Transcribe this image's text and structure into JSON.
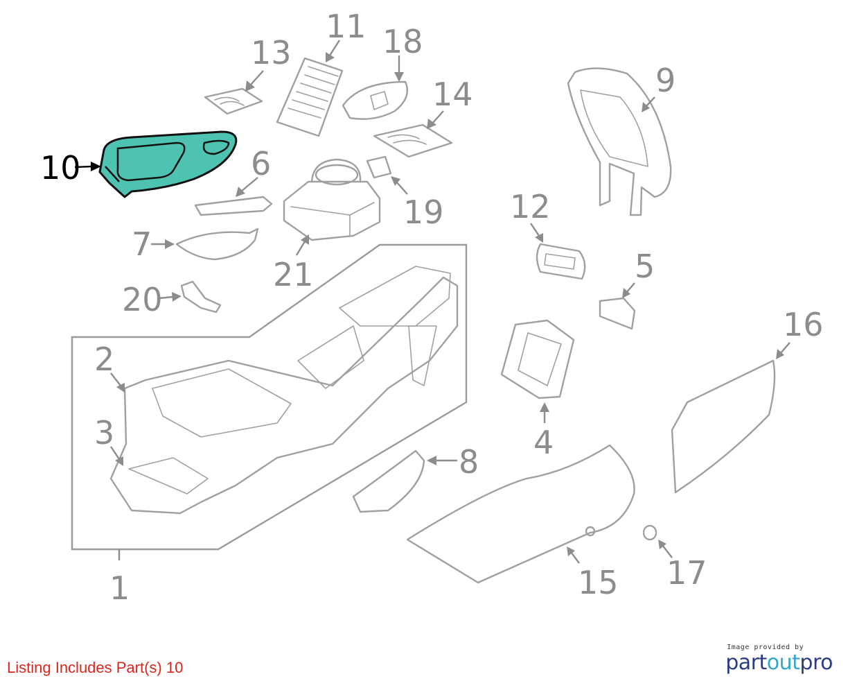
{
  "diagram": {
    "highlight_color": "#4fc3b2",
    "highlighted_part": "10",
    "callouts": [
      "1",
      "2",
      "3",
      "4",
      "5",
      "6",
      "7",
      "8",
      "9",
      "10",
      "11",
      "12",
      "13",
      "14",
      "15",
      "16",
      "17",
      "18",
      "19",
      "20",
      "21"
    ]
  },
  "footer": {
    "listing_text": "Listing Includes Part(s) 10",
    "listing_color": "#e0241b"
  },
  "logo": {
    "caption": "Image provided by",
    "word_start": "part",
    "word_mid": "out",
    "word_end": "pro",
    "brand_color": "#2b3d82",
    "accent_color": "#34a7c7"
  }
}
